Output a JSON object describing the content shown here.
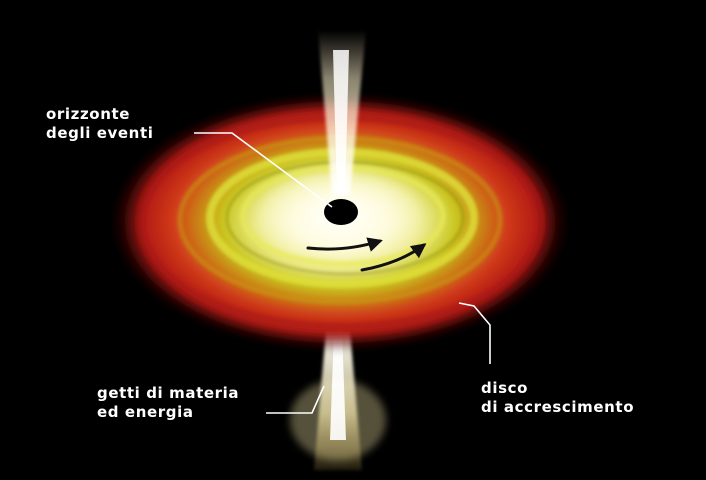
{
  "labels": {
    "event_horizon": [
      "orizzonte",
      "degli eventi"
    ],
    "jets": [
      "getti di materia",
      "ed energia"
    ],
    "accretion_disk": [
      "disco",
      "di accrescimento"
    ]
  },
  "colors": {
    "background": "#000000",
    "disk_outer": "#c21a14",
    "disk_middle": "#c9c81e",
    "disk_inner": "#fffbe0",
    "black_hole": "#000000",
    "jet": "#fff6d8",
    "leader_lines": "#ffffff",
    "rotation_arrows": "#111111"
  }
}
